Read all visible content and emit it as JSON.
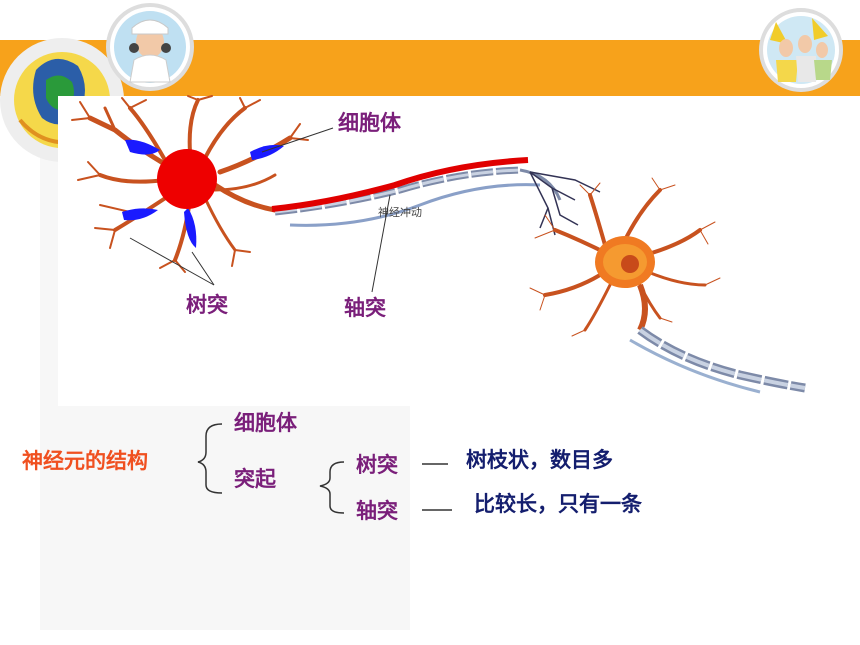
{
  "colors": {
    "banner": "#f7a21b",
    "label_purple": "#7a1f7a",
    "label_navy": "#141e6e",
    "label_orange": "#f05020",
    "cell_body": "#ee0000",
    "dendrite_highlight": "#1a1aff",
    "neuron_fill": "#e85a1c"
  },
  "diagram": {
    "labels": {
      "cell_body": "细胞体",
      "dendrite": "树突",
      "axon": "轴突",
      "impulse": "神经冲动"
    }
  },
  "structure": {
    "title": "神经元的结构",
    "cell_body": "细胞体",
    "process": "突起",
    "dendrite": "树突",
    "dendrite_desc": "树枝状，数目多",
    "axon": "轴突",
    "axon_desc": "比较长，只有一条"
  }
}
